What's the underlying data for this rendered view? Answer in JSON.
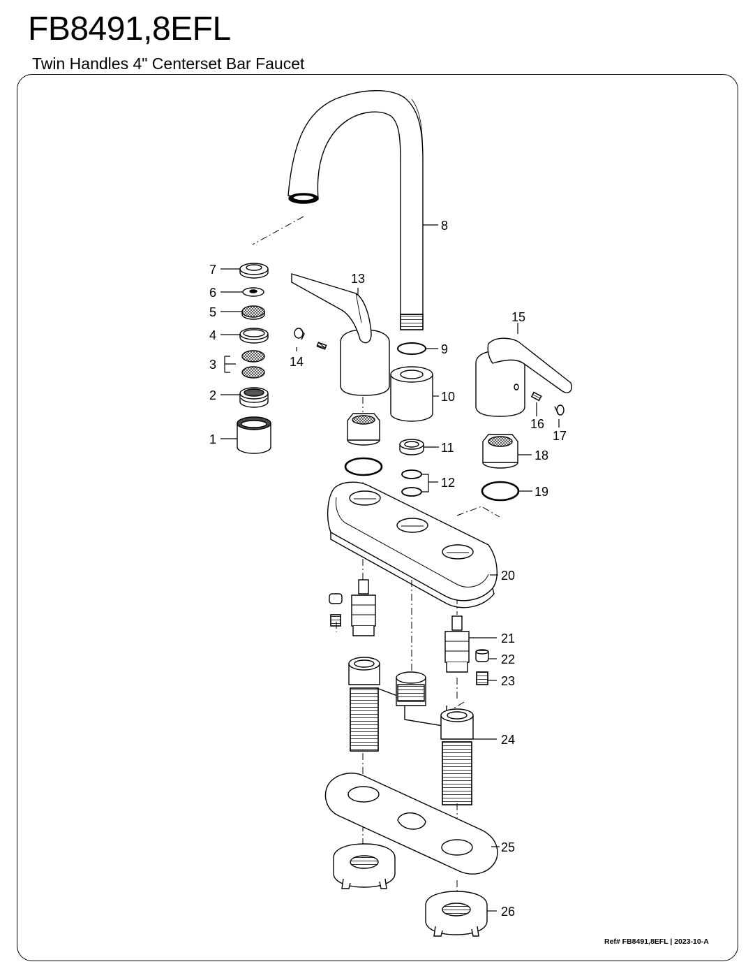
{
  "title": "FB8491,8EFL",
  "subtitle": "Twin Handles 4\" Centerset Bar Faucet",
  "reference": "Ref# FB8491,8EFL | 2023-10-A",
  "callouts": {
    "c1": "1",
    "c2": "2",
    "c3": "3",
    "c4": "4",
    "c5": "5",
    "c6": "6",
    "c7": "7",
    "c8": "8",
    "c9": "9",
    "c10": "10",
    "c11": "11",
    "c12": "12",
    "c13": "13",
    "c14": "14",
    "c15": "15",
    "c16": "16",
    "c17": "17",
    "c18": "18",
    "c19": "19",
    "c20": "20",
    "c21": "21",
    "c22": "22",
    "c23": "23",
    "c24": "24",
    "c25": "25",
    "c26": "26"
  }
}
